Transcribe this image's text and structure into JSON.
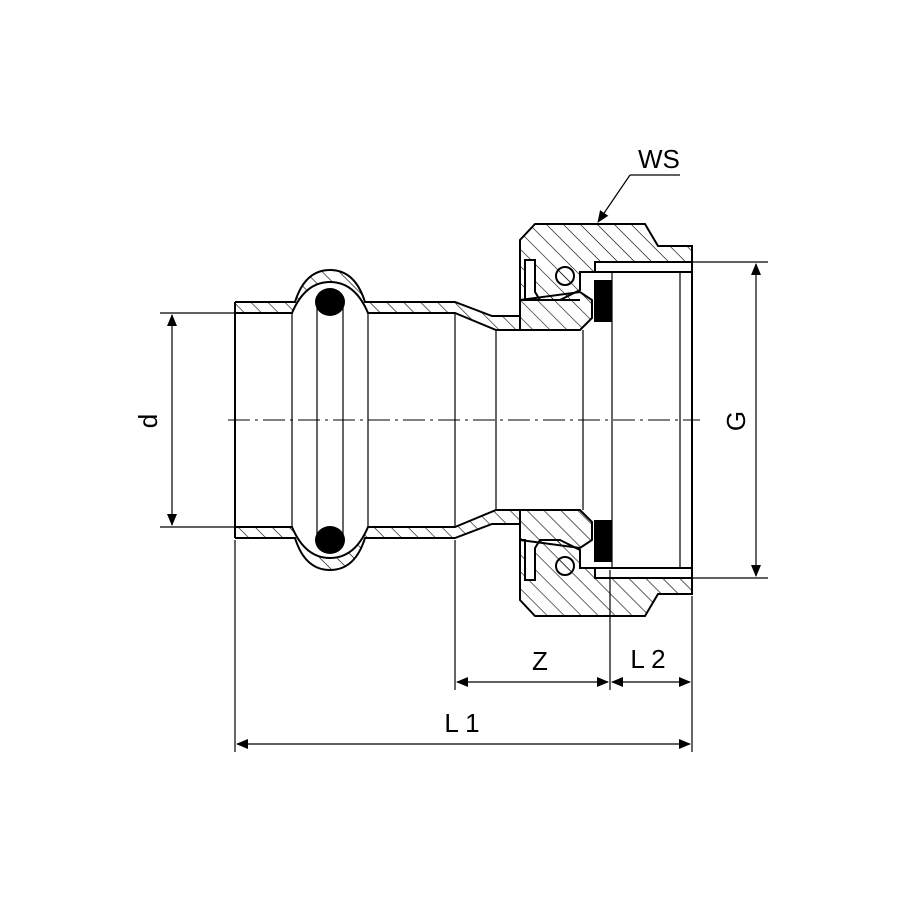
{
  "labels": {
    "d": "d",
    "G": "G",
    "WS": "WS",
    "Z": "Z",
    "L2": "L 2",
    "L1": "L 1"
  }
}
